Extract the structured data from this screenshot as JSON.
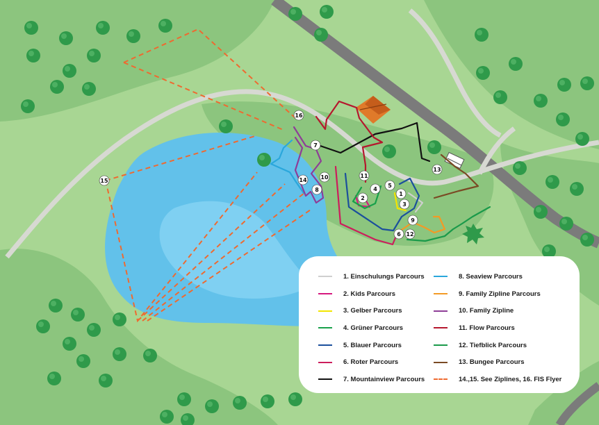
{
  "legend": {
    "items": [
      {
        "label": "1. Einschulungs Parcours",
        "color": "#cfcfcf",
        "dashed": false
      },
      {
        "label": "2. Kids Parcours",
        "color": "#d6187e",
        "dashed": false
      },
      {
        "label": "3. Gelber Parcours",
        "color": "#f2e500",
        "dashed": false
      },
      {
        "label": "4. Grüner Parcours",
        "color": "#18a04a",
        "dashed": false
      },
      {
        "label": "5. Blauer Parcours",
        "color": "#1b4f9c",
        "dashed": false
      },
      {
        "label": "6. Roter Parcours",
        "color": "#cc1d5c",
        "dashed": false
      },
      {
        "label": "7. Mountainview Parcours",
        "color": "#111111",
        "dashed": false
      },
      {
        "label": "8. Seaview Parcours",
        "color": "#2aa7dc",
        "dashed": false
      },
      {
        "label": "9. Family Zipline Parcours",
        "color": "#f39a25",
        "dashed": false
      },
      {
        "label": "10. Family Zipline",
        "color": "#8e3d97",
        "dashed": false
      },
      {
        "label": "11. Flow Parcours",
        "color": "#b5172d",
        "dashed": false
      },
      {
        "label": "12. Tiefblick Parcours",
        "color": "#1a9a4a",
        "dashed": false
      },
      {
        "label": "13. Bungee Parcours",
        "color": "#7a4a24",
        "dashed": false
      },
      {
        "label": "14.,15. See Ziplines, 16. FIS Flyer",
        "color": "#ee6a30",
        "dashed": true
      }
    ]
  },
  "markers": [
    {
      "label": "1"
    },
    {
      "label": "2"
    },
    {
      "label": "3"
    },
    {
      "label": "4"
    },
    {
      "label": "5"
    },
    {
      "label": "6"
    },
    {
      "label": "7"
    },
    {
      "label": "8"
    },
    {
      "label": "9"
    },
    {
      "label": "10"
    },
    {
      "label": "11"
    },
    {
      "label": "12"
    },
    {
      "label": "13"
    },
    {
      "label": "14"
    },
    {
      "label": "15"
    },
    {
      "label": "16"
    }
  ],
  "colors": {
    "grass_light": "#a8d693",
    "grass_dark": "#86c17a",
    "lake": "#62c1ea",
    "lake_deep": "#7fd0f2",
    "road": "#7b7b7b",
    "path": "#d7d9d2",
    "tree": "#2f9a4a",
    "hut_roof": "#e07a2a"
  }
}
